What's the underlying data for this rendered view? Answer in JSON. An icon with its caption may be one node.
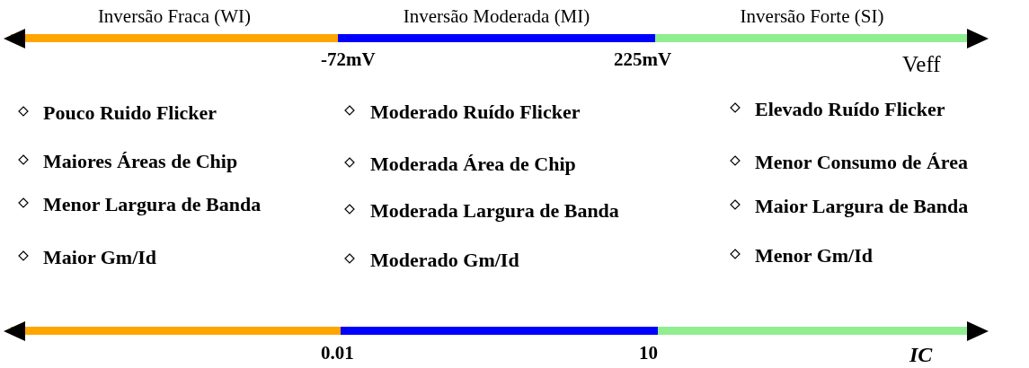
{
  "diagram": {
    "nodes": [
      {
        "text": [
          "Inversão Fraca (WI)"
        ]
      },
      {
        "text": [
          "Inversão Moderada (MI)"
        ]
      },
      {
        "text": [
          "Inversão Forte (SI)"
        ]
      },
      {
        "text": [],
        "shape": "bar"
      },
      {
        "text": [],
        "shape": "bar"
      },
      {
        "text": [],
        "shape": "bar"
      }
    ],
    "edges": [],
    "labels": [
      "-72mV",
      "225mV",
      "Veff",
      "Pouco Ruido Flicker",
      "Moderado Ruído Flicker",
      "Elevado Ruído Flicker",
      "Maiores Áreas de Chip",
      "Moderada Área de Chip",
      "Menor Consumo de Área",
      "Menor Largura de Banda",
      "Moderada Largura de Banda",
      "Maior Largura de Banda",
      "Maior Gm/Id",
      "Moderado Gm/Id",
      "Menor Gm/Id",
      "0.01",
      "10",
      "IC"
    ]
  }
}
